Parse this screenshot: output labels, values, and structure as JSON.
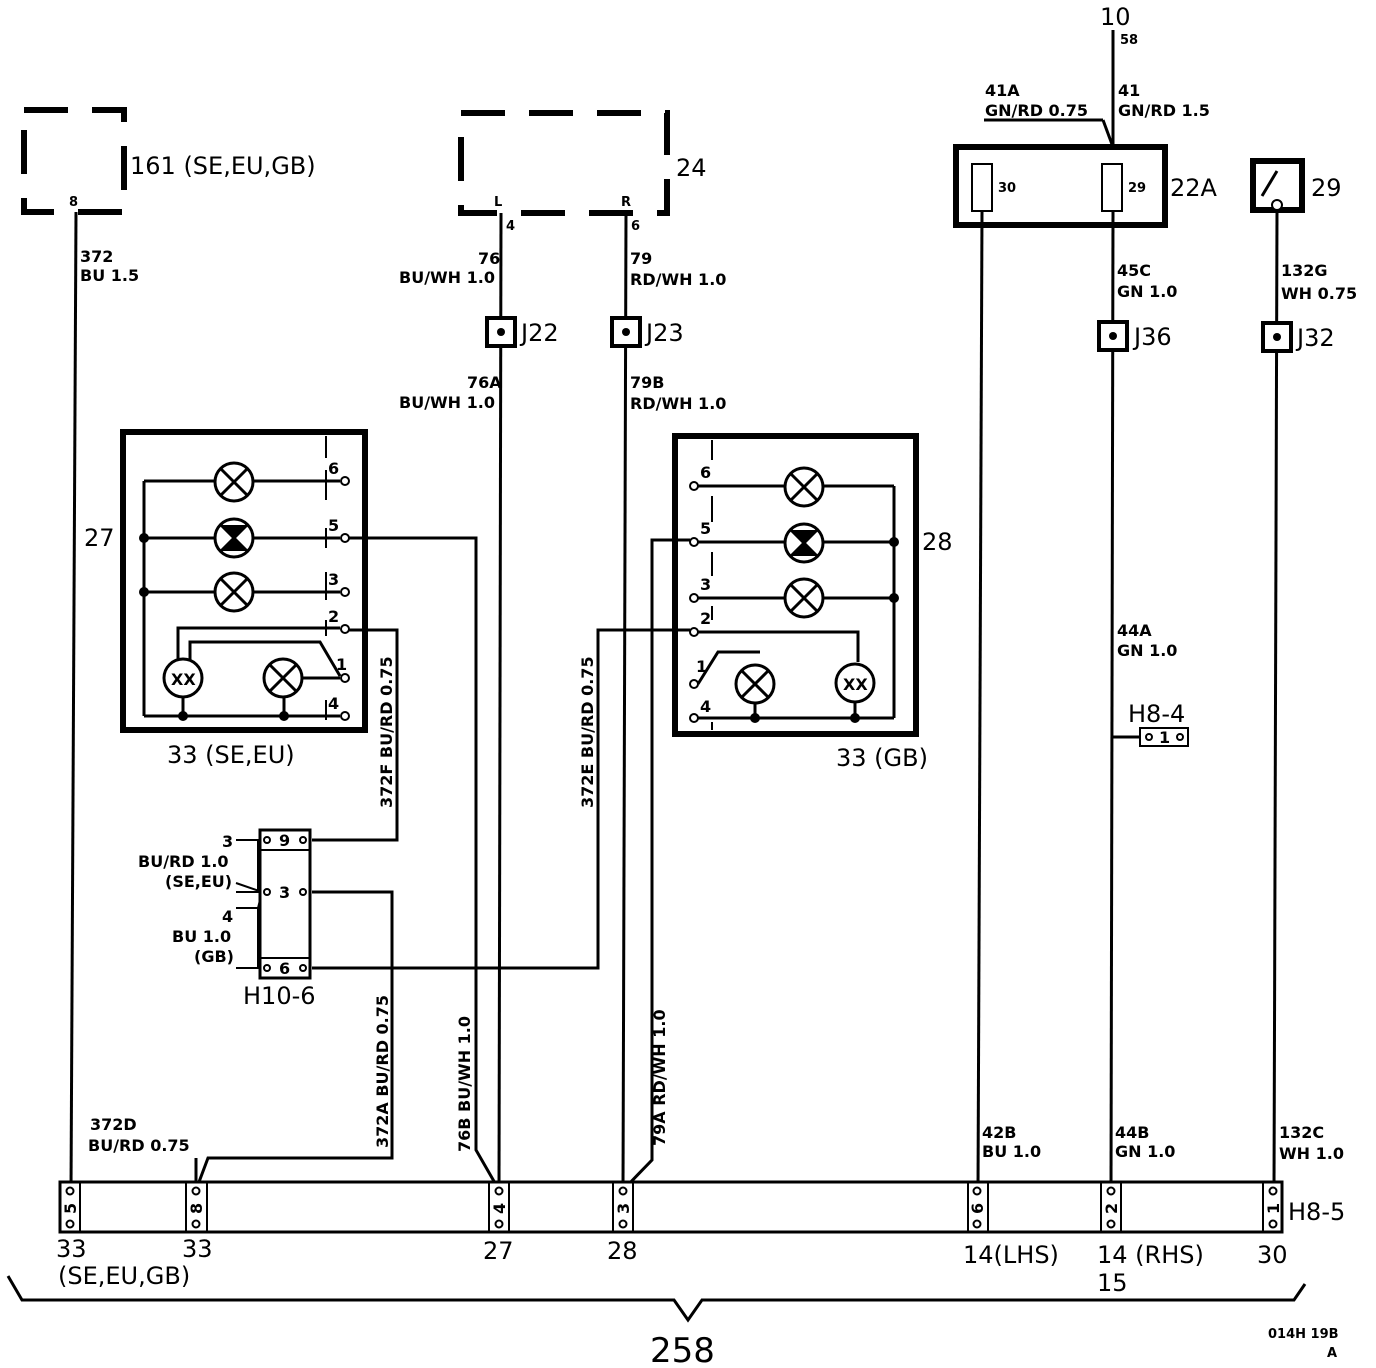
{
  "components": {
    "c161": {
      "label": "161 (SE,EU,GB)",
      "pin": "8"
    },
    "c24": {
      "label": "24",
      "pin_l": "L",
      "pin_l_num": "4",
      "pin_r": "R",
      "pin_r_num": "6"
    },
    "c22a": {
      "label": "22A",
      "fuse_a": "30",
      "fuse_b": "29"
    },
    "c29": {
      "label": "29"
    },
    "c27": {
      "label": "27"
    },
    "c28": {
      "label": "28"
    },
    "c33_se": {
      "label": "33 (SE,EU)"
    },
    "c33_gb": {
      "label": "33 (GB)"
    },
    "feed": {
      "label": "10",
      "pin": "58"
    }
  },
  "lamp_pins": {
    "p6": "6",
    "p5": "5",
    "p3": "3",
    "p2": "2",
    "p1": "1",
    "p4": "4",
    "xx": "XX"
  },
  "splices": {
    "j22": "J22",
    "j23": "J23",
    "j36": "J36",
    "j32": "J32"
  },
  "wires": {
    "w372_id": "372",
    "w372_col": "BU 1.5",
    "w76_id": "76",
    "w76_col": "BU/WH 1.0",
    "w79_id": "79",
    "w79_col": "RD/WH 1.0",
    "w76a_id": "76A",
    "w76a_col": "BU/WH 1.0",
    "w79b_id": "79B",
    "w79b_col": "RD/WH 1.0",
    "w41a_id": "41A",
    "w41a_col": "GN/RD 0.75",
    "w41_id": "41",
    "w41_col": "GN/RD 1.5",
    "w45c_id": "45C",
    "w45c_col": "GN 1.0",
    "w132g_id": "132G",
    "w132g_col": "WH 0.75",
    "w44a_id": "44A",
    "w44a_col": "GN 1.0",
    "w372f": "372F BU/RD 0.75",
    "w372e": "372E BU/RD 0.75",
    "w372a": "372A BU/RD 0.75",
    "w76b": "76B BU/WH 1.0",
    "w79a": "79A RD/WH 1.0",
    "w372d_id": "372D",
    "w372d_col": "BU/RD 0.75",
    "w42b_id": "42B",
    "w42b_col": "BU 1.0",
    "w44b_id": "44B",
    "w44b_col": "GN 1.0",
    "w132c_id": "132C",
    "w132c_col": "WH 1.0"
  },
  "h10": {
    "label": "H10-6",
    "pins": [
      "9",
      "3",
      "6"
    ],
    "note1_num": "3",
    "note1_col": "BU/RD 1.0",
    "note1_var": "(SE,EU)",
    "note2_num": "4",
    "note2_col": "BU 1.0",
    "note2_var": "(GB)"
  },
  "h84": {
    "label": "H8-4",
    "pin": "1"
  },
  "h85": {
    "label": "H8-5",
    "pins": [
      "5",
      "8",
      "4",
      "3",
      "6",
      "2",
      "1"
    ],
    "dest": [
      "33",
      "33",
      "27",
      "28",
      "14(LHS)",
      "14 (RHS)",
      "30"
    ],
    "dest_sub": "(SE,EU,GB)",
    "dest_extra": "15"
  },
  "group_label": "258",
  "doc_code": "014H 19B",
  "doc_rev": "A"
}
